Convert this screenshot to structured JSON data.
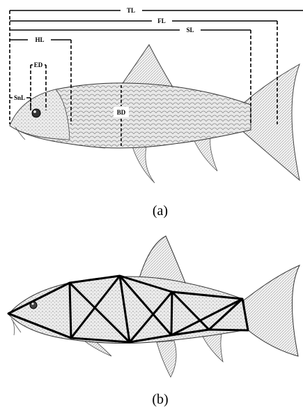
{
  "figure": {
    "panel_a": {
      "caption": "(a)",
      "measurements": {
        "total_length": "TL",
        "fork_length": "FL",
        "standard_length": "SL",
        "head_length": "HL",
        "eye_diameter": "ED",
        "snout_length": "SnL",
        "body_depth": "BD"
      }
    },
    "panel_b": {
      "caption": "(b)",
      "truss_network": true
    }
  },
  "colors": {
    "ink": "#000000",
    "fish_fill": "#e6e6e6",
    "fin_fill": "#f2f2f2",
    "background": "#ffffff"
  }
}
